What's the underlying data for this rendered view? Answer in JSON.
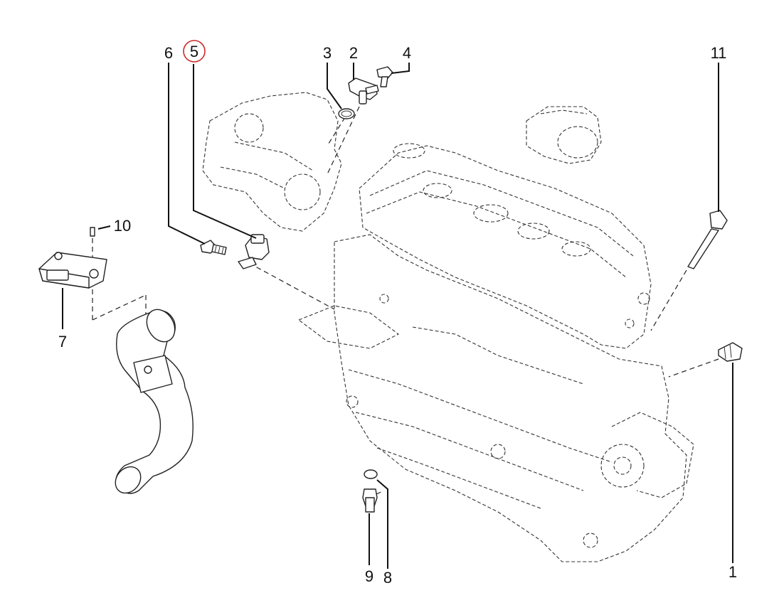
{
  "callouts": {
    "c1": "1",
    "c2": "2",
    "c3": "3",
    "c4": "4",
    "c5": "5",
    "c6": "6",
    "c7": "7",
    "c8": "8",
    "c9": "9",
    "c10": "10",
    "c11": "11"
  },
  "highlight": {
    "callout": "5",
    "color": "#cc2a2a"
  },
  "colors": {
    "line": "#111111",
    "background": "#ffffff"
  }
}
